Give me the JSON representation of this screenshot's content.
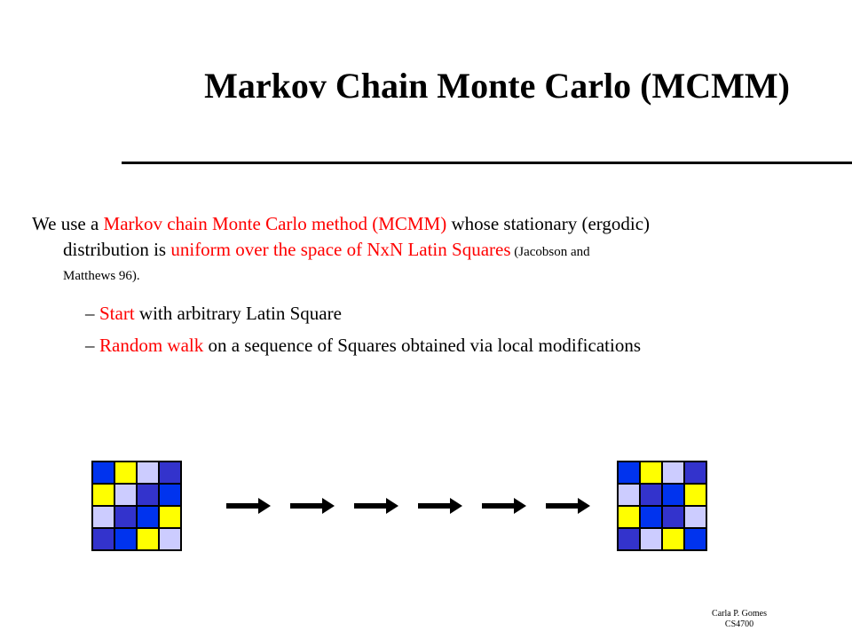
{
  "slide": {
    "title": "Markov Chain Monte Carlo (MCMM)",
    "paragraph": {
      "p1": "We use a ",
      "p2": "Markov chain  Monte Carlo method (MCMM)",
      "p3": " whose stationary (ergodic)",
      "p4": "distribution is ",
      "p5": "uniform over the space of NxN Latin Squares",
      "p6": " (Jacobson and",
      "p7": "Matthews 96)."
    },
    "bullets": [
      {
        "dash": "–",
        "highlight": "Start",
        "rest": " with arbitrary Latin Square"
      },
      {
        "dash": "–",
        "highlight": "Random walk",
        "rest": " on a sequence of Squares obtained via local modifications"
      }
    ],
    "footer": {
      "author": "Carla P. Gomes",
      "course": "CS4700"
    }
  },
  "colors": {
    "blue": "#0033ee",
    "navy": "#3333cc",
    "yellow": "#ffff00",
    "lavender": "#ccccff",
    "highlight_red": "#ff0000",
    "arrow": "#000000"
  },
  "squares": {
    "start": [
      [
        "blue",
        "yellow",
        "lavender",
        "navy"
      ],
      [
        "yellow",
        "lavender",
        "navy",
        "blue"
      ],
      [
        "lavender",
        "navy",
        "blue",
        "yellow"
      ],
      [
        "navy",
        "blue",
        "yellow",
        "lavender"
      ]
    ],
    "end": [
      [
        "blue",
        "yellow",
        "lavender",
        "navy"
      ],
      [
        "lavender",
        "navy",
        "blue",
        "yellow"
      ],
      [
        "yellow",
        "blue",
        "navy",
        "lavender"
      ],
      [
        "navy",
        "lavender",
        "yellow",
        "blue"
      ]
    ]
  },
  "arrows": {
    "count": 6,
    "icon": "right-arrow-icon"
  }
}
